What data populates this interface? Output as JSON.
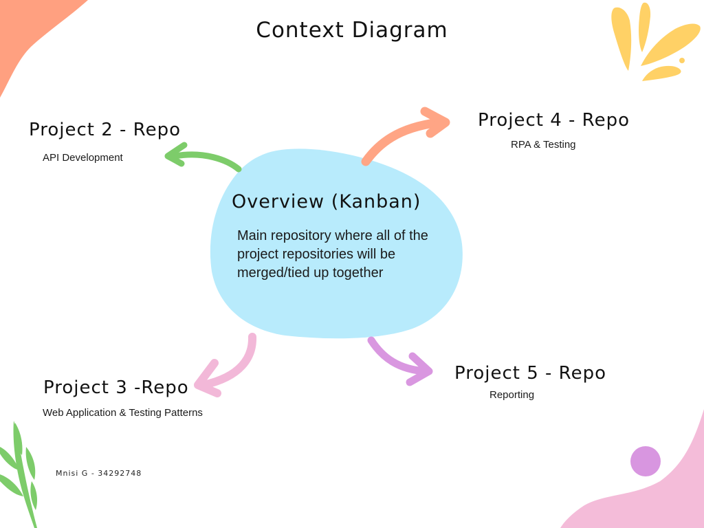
{
  "title": "Context Diagram",
  "center": {
    "title": "Overview (Kanban)",
    "description": "Main repository where all of the project repositories will be merged/tied up together"
  },
  "nodes": {
    "project2": {
      "title": "Project 2 - Repo",
      "subtitle": "API Development",
      "arrow_color": "#7dcc6a"
    },
    "project3": {
      "title": "Project 3 -Repo",
      "subtitle": "Web Application & Testing Patterns",
      "arrow_color": "#f2b8d8"
    },
    "project4": {
      "title": "Project 4 - Repo",
      "subtitle": "RPA & Testing",
      "arrow_color": "#ffa585"
    },
    "project5": {
      "title": "Project 5 - Repo",
      "subtitle": "Reporting",
      "arrow_color": "#d997e0"
    }
  },
  "author": "Mnisi G - 34292748",
  "colors": {
    "center_blob": "#b8ebfc",
    "orange_blob": "#ffa080",
    "yellow_leaves": "#ffd166",
    "pink_blob": "#f4bcd9",
    "purple_dot": "#d896e0",
    "green_leaves": "#7dcc6a"
  }
}
